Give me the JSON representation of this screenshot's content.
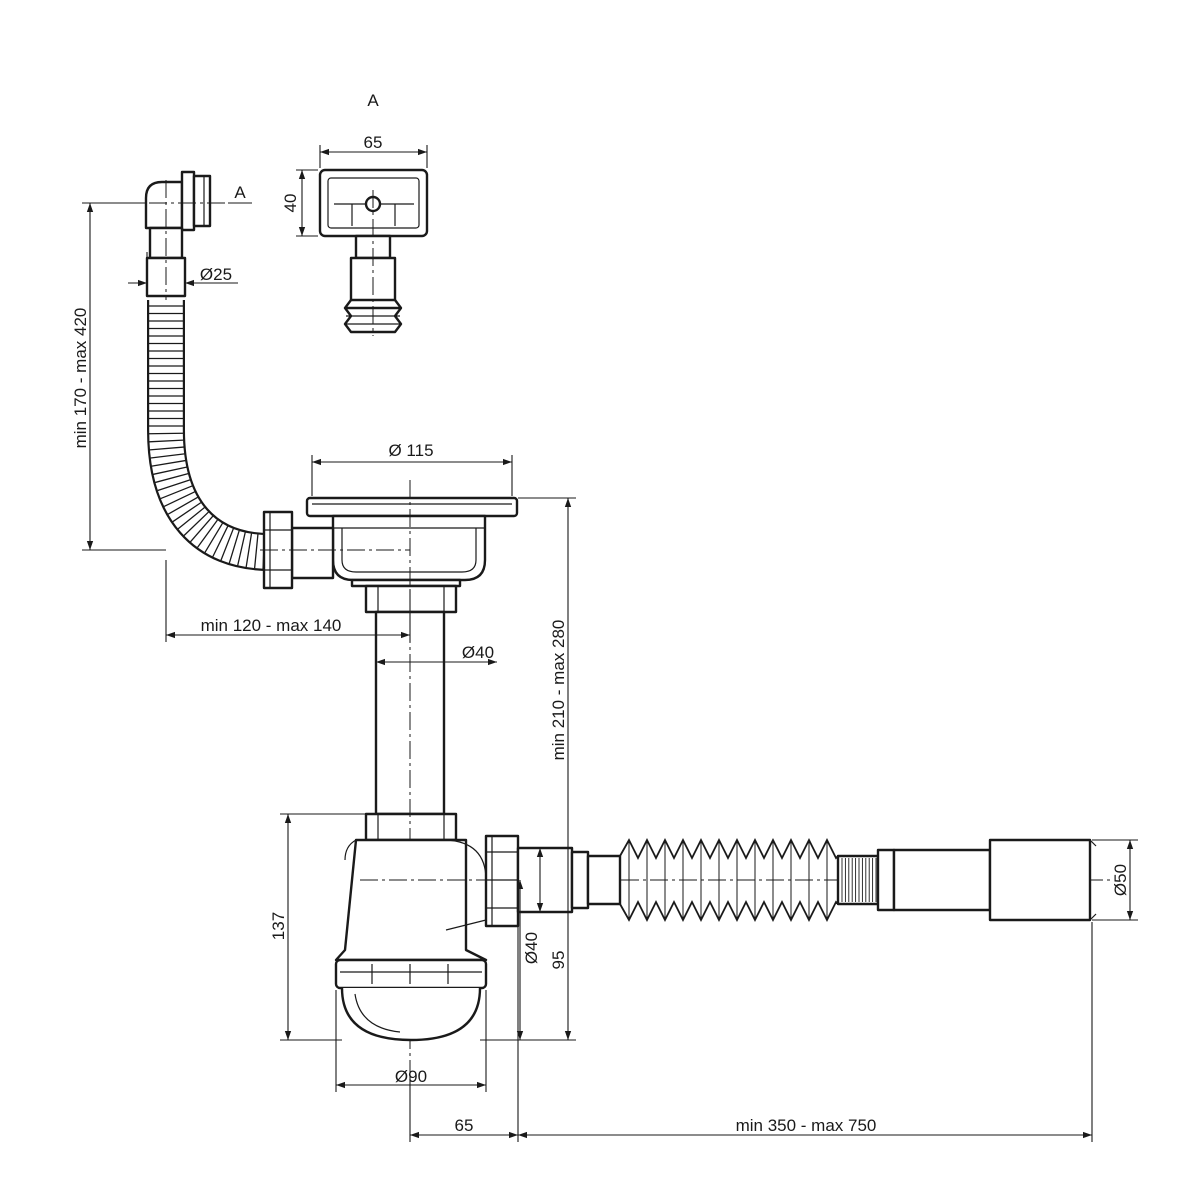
{
  "labels": {
    "view_a_title": "A",
    "view_a_marker": "A",
    "width_65": "65",
    "height_40": "40",
    "diam_25": "Ø25",
    "height_range_overflow": "min 170 - max 420",
    "diam_115": "Ø 115",
    "reach_range_overflow": "min 120 - max 140",
    "diam_40_pipe": "Ø40",
    "height_range_trap": "min 210 - max 280",
    "height_137": "137",
    "diam_40_outlet": "Ø40",
    "height_95": "95",
    "diam_50": "Ø50",
    "diam_90": "Ø90",
    "offset_65": "65",
    "length_range_outlet": "min 350 - max 750"
  }
}
